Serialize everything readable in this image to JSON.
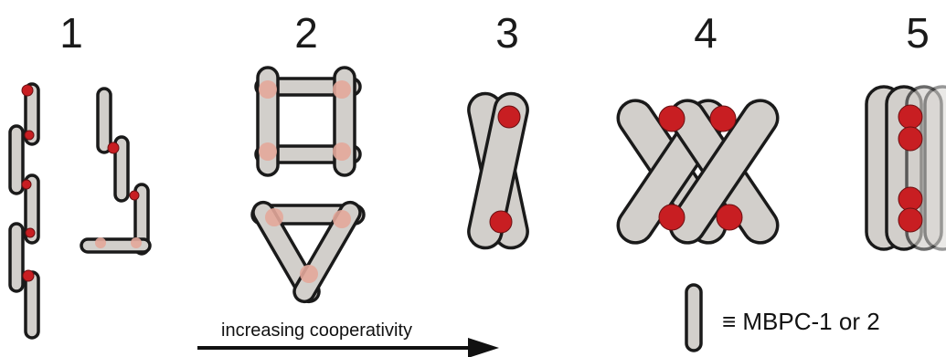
{
  "panels": [
    {
      "number": "1"
    },
    {
      "number": "2"
    },
    {
      "number": "3"
    },
    {
      "number": "4"
    },
    {
      "number": "5"
    }
  ],
  "arrow": {
    "label": "increasing cooperativity"
  },
  "legend": {
    "label": "≡ MBPC-1 or 2"
  },
  "colors": {
    "rod_fill": "#d2cfcb",
    "rod_stroke": "#1a1a1a",
    "rod_shine": "#eceae7",
    "site_red": "#c81e22",
    "site_faded": "#e3a79a",
    "ink": "#111111"
  }
}
